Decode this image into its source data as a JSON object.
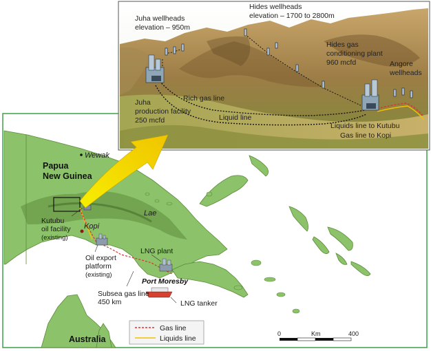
{
  "colors": {
    "sea": "#ffffff",
    "land": "#8cc36a",
    "land_dark": "#6aa64a",
    "highland": "#5f8a3a",
    "map_border": "#3aa04a",
    "gas_line": "#e03030",
    "liquids_line": "#f2c200",
    "arrow": "#f5e000"
  },
  "map": {
    "place_wewak": "Wewak",
    "place_png_line1": "Papua",
    "place_png_line2": "New Guinea",
    "place_lae": "Lae",
    "place_kopi": "Kopi",
    "place_port_moresby": "Port Moresby",
    "place_australia": "Australia",
    "kutubu_line1": "Kutubu",
    "kutubu_line2": "oil facility",
    "kutubu_line3": "(existing)",
    "oil_export_line1": "Oil export",
    "oil_export_line2": "platform",
    "oil_export_line3": "(existing)",
    "lng_plant": "LNG plant",
    "subsea_line1": "Subsea gas line",
    "subsea_line2": "450 km",
    "lng_tanker": "LNG tanker"
  },
  "legend": {
    "gas_line": "Gas line",
    "liquids_line": "Liquids line"
  },
  "scale_bar": {
    "min": "0",
    "unit": "Km",
    "max": "400"
  },
  "inset": {
    "juha_wellheads_line1": "Juha wellheads",
    "juha_wellheads_line2": "elevation – 950m",
    "hides_wellheads_line1": "Hides wellheads",
    "hides_wellheads_line2": "elevation – 1700 to 2800m",
    "hides_plant_line1": "Hides gas",
    "hides_plant_line2": "conditioning plant",
    "hides_plant_line3": "960 mcfd",
    "angore_line1": "Angore",
    "angore_line2": "wellheads",
    "juha_facility_line1": "Juha",
    "juha_facility_line2": "production facility",
    "juha_facility_line3": "250 mcfd",
    "rich_gas_line": "Rich gas line",
    "liquid_line": "Liquid line",
    "liquids_to_kutubu": "Liquids line to Kutubu",
    "gas_to_kopi": "Gas line to Kopi"
  }
}
